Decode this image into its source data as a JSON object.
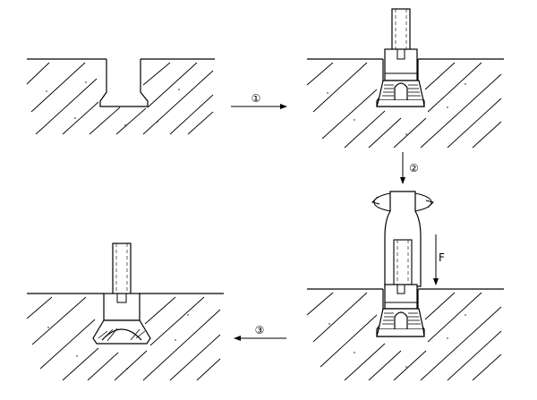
{
  "steps": {
    "step1": "①",
    "step2": "②",
    "step3": "③"
  },
  "force_label": "F",
  "colors": {
    "line": "#000000",
    "background": "#ffffff"
  }
}
